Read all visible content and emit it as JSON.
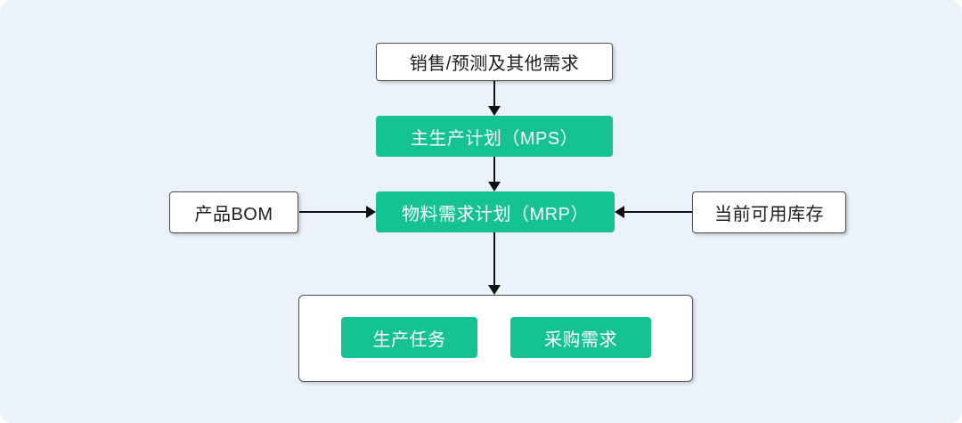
{
  "colors": {
    "background": "#ECF2FA",
    "node_green": "#15C294",
    "node_white": "#FFFFFF",
    "border": "#4E4E4E",
    "arrow": "#111111",
    "green_text": "#FFFFFF",
    "dark_text": "#1C1C1C"
  },
  "nodes": {
    "demand": {
      "label": "销售/预测及其他需求"
    },
    "mps": {
      "label": "主生产计划（MPS）"
    },
    "mrp": {
      "label": "物料需求计划（MRP）"
    },
    "bom": {
      "label": "产品BOM"
    },
    "inventory": {
      "label": "当前可用库存"
    },
    "production_task": {
      "label": "生产任务"
    },
    "purchase_demand": {
      "label": "采购需求"
    }
  },
  "edges": [
    {
      "from": "demand",
      "to": "mps",
      "direction": "down"
    },
    {
      "from": "mps",
      "to": "mrp",
      "direction": "down"
    },
    {
      "from": "bom",
      "to": "mrp",
      "direction": "right"
    },
    {
      "from": "inventory",
      "to": "mrp",
      "direction": "left"
    },
    {
      "from": "mrp",
      "to": "output_group",
      "direction": "down"
    }
  ]
}
